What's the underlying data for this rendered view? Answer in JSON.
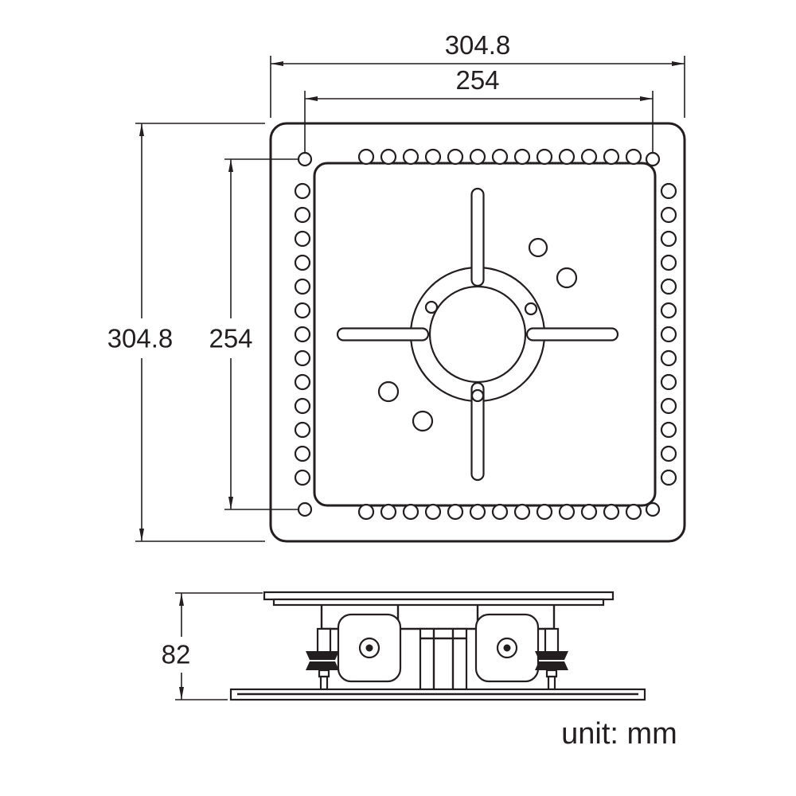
{
  "dimensions": {
    "outer_width": "304.8",
    "inner_width": "254",
    "outer_height": "304.8",
    "inner_height": "254",
    "side_height": "82"
  },
  "unit_label": "unit: mm",
  "colors": {
    "line": "#231f20",
    "background": "#ffffff"
  }
}
